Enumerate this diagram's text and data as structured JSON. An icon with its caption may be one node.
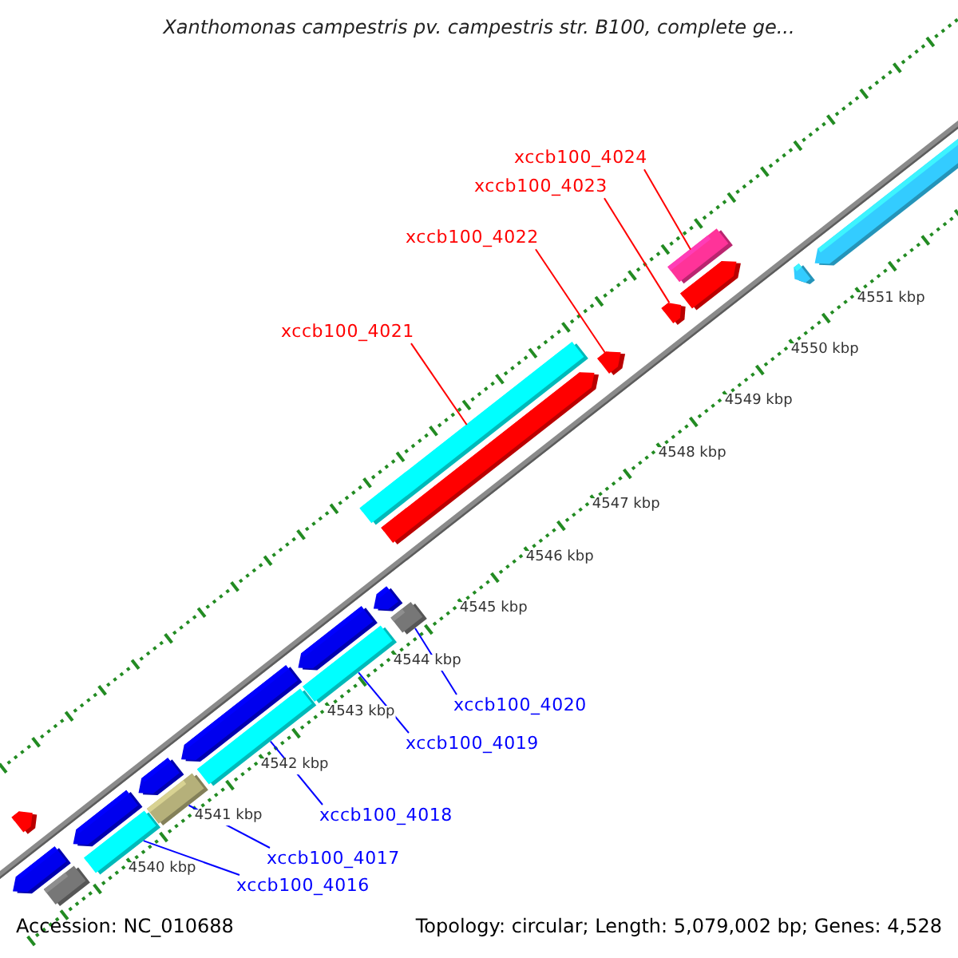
{
  "diagram": {
    "title": "Xanthomonas campestris pv. campestris str. B100, complete ge...",
    "nodes": [
      {
        "text": [
          "xccb100_4024"
        ]
      },
      {
        "text": [
          "xccb100_4023"
        ]
      },
      {
        "text": [
          "xccb100_4022"
        ]
      },
      {
        "text": [
          "xccb100_4021"
        ]
      },
      {
        "text": [
          "xccb100_4020"
        ]
      },
      {
        "text": [
          "xccb100_4019"
        ]
      },
      {
        "text": [
          "xccb100_4018"
        ]
      },
      {
        "text": [
          "xccb100_4017"
        ]
      },
      {
        "text": [
          "xccb100_4016"
        ]
      },
      {
        "text": [],
        "shape": "bar"
      },
      {
        "text": [],
        "shape": "bar"
      },
      {
        "text": [],
        "shape": "bar"
      },
      {
        "text": [],
        "shape": "bar"
      },
      {
        "text": [],
        "shape": "bar"
      },
      {
        "text": [],
        "shape": "bar"
      },
      {
        "text": [],
        "shape": "bar"
      },
      {
        "text": [],
        "shape": "bar"
      },
      {
        "text": [],
        "shape": "bar"
      },
      {
        "text": [],
        "shape": "bar"
      },
      {
        "text": [],
        "shape": "bar"
      },
      {
        "text": [],
        "shape": "bar"
      },
      {
        "text": [],
        "shape": "bar"
      },
      {
        "text": [],
        "shape": "bar"
      },
      {
        "text": [],
        "shape": "bar"
      },
      {
        "text": [],
        "shape": "bar"
      },
      {
        "text": [],
        "shape": "bar"
      },
      {
        "text": [],
        "shape": "bar"
      },
      {
        "text": [],
        "shape": "bar"
      },
      {
        "text": [],
        "shape": "bar"
      },
      {
        "text": [],
        "shape": "bar"
      }
    ],
    "edges": [
      {
        "from": 0,
        "to": 26,
        "arrow": "none",
        "color": "#ff0000"
      },
      {
        "from": 1,
        "to": 25,
        "arrow": "none",
        "color": "#ff0000"
      },
      {
        "from": 2,
        "to": 24,
        "arrow": "none",
        "color": "#ff0000"
      },
      {
        "from": 3,
        "to": 20,
        "arrow": "none",
        "color": "#ff0000"
      },
      {
        "from": 4,
        "to": 23,
        "arrow": "none"
      },
      {
        "from": 5,
        "to": 19,
        "arrow": "none"
      },
      {
        "from": 6,
        "to": 17,
        "arrow": "none"
      },
      {
        "from": 7,
        "to": 15,
        "arrow": "none"
      },
      {
        "from": 8,
        "to": 13,
        "arrow": "none"
      }
    ],
    "labels": [
      "4540 kbp",
      "4541 kbp",
      "4542 kbp",
      "4543 kbp",
      "4544 kbp",
      "4545 kbp",
      "4546 kbp",
      "4547 kbp",
      "4548 kbp",
      "4549 kbp",
      "4550 kbp",
      "4551 kbp",
      "Accession: NC_010688",
      "Topology: circular; Length: 5,079,002 bp; Genes: 4,528"
    ]
  }
}
